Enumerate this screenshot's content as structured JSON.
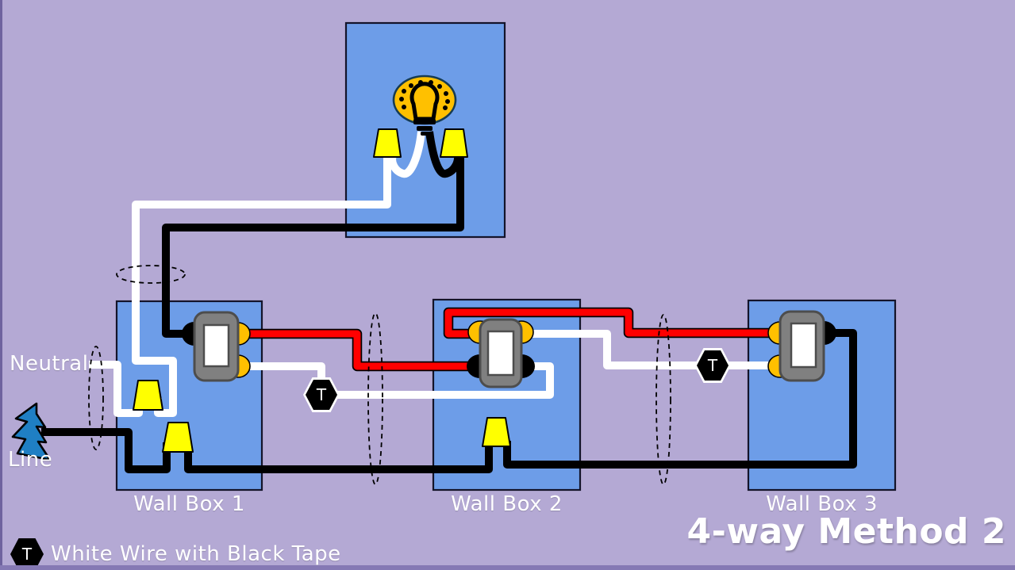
{
  "title": "4-way Method 2",
  "legend": {
    "symbol": "T",
    "label": "White Wire with Black Tape"
  },
  "source_labels": {
    "neutral": "Neutral",
    "line": "Line"
  },
  "boxes": [
    {
      "label": "Wall Box 1"
    },
    {
      "label": "Wall Box 2"
    },
    {
      "label": "Wall Box 3"
    }
  ],
  "tape_markers": [
    {
      "symbol": "T"
    },
    {
      "symbol": "T"
    }
  ],
  "colors": {
    "background": "#b4a9d4",
    "edge_strip": "#6f639f",
    "edge_strip2": "#8579b4",
    "box_fill": "#6d9de8",
    "box_border": "#14142a",
    "wire_black": "#000000",
    "wire_white": "#ffffff",
    "wire_red": "#ff0000",
    "nut_yellow": "#ffff00",
    "switch_body": "#808080",
    "switch_border": "#4d4d4d",
    "terminal_orange": "#ffc000",
    "bulb_orange": "#ffc000",
    "bolt_blue": "#1f7fc4",
    "text": "#ffffff"
  }
}
